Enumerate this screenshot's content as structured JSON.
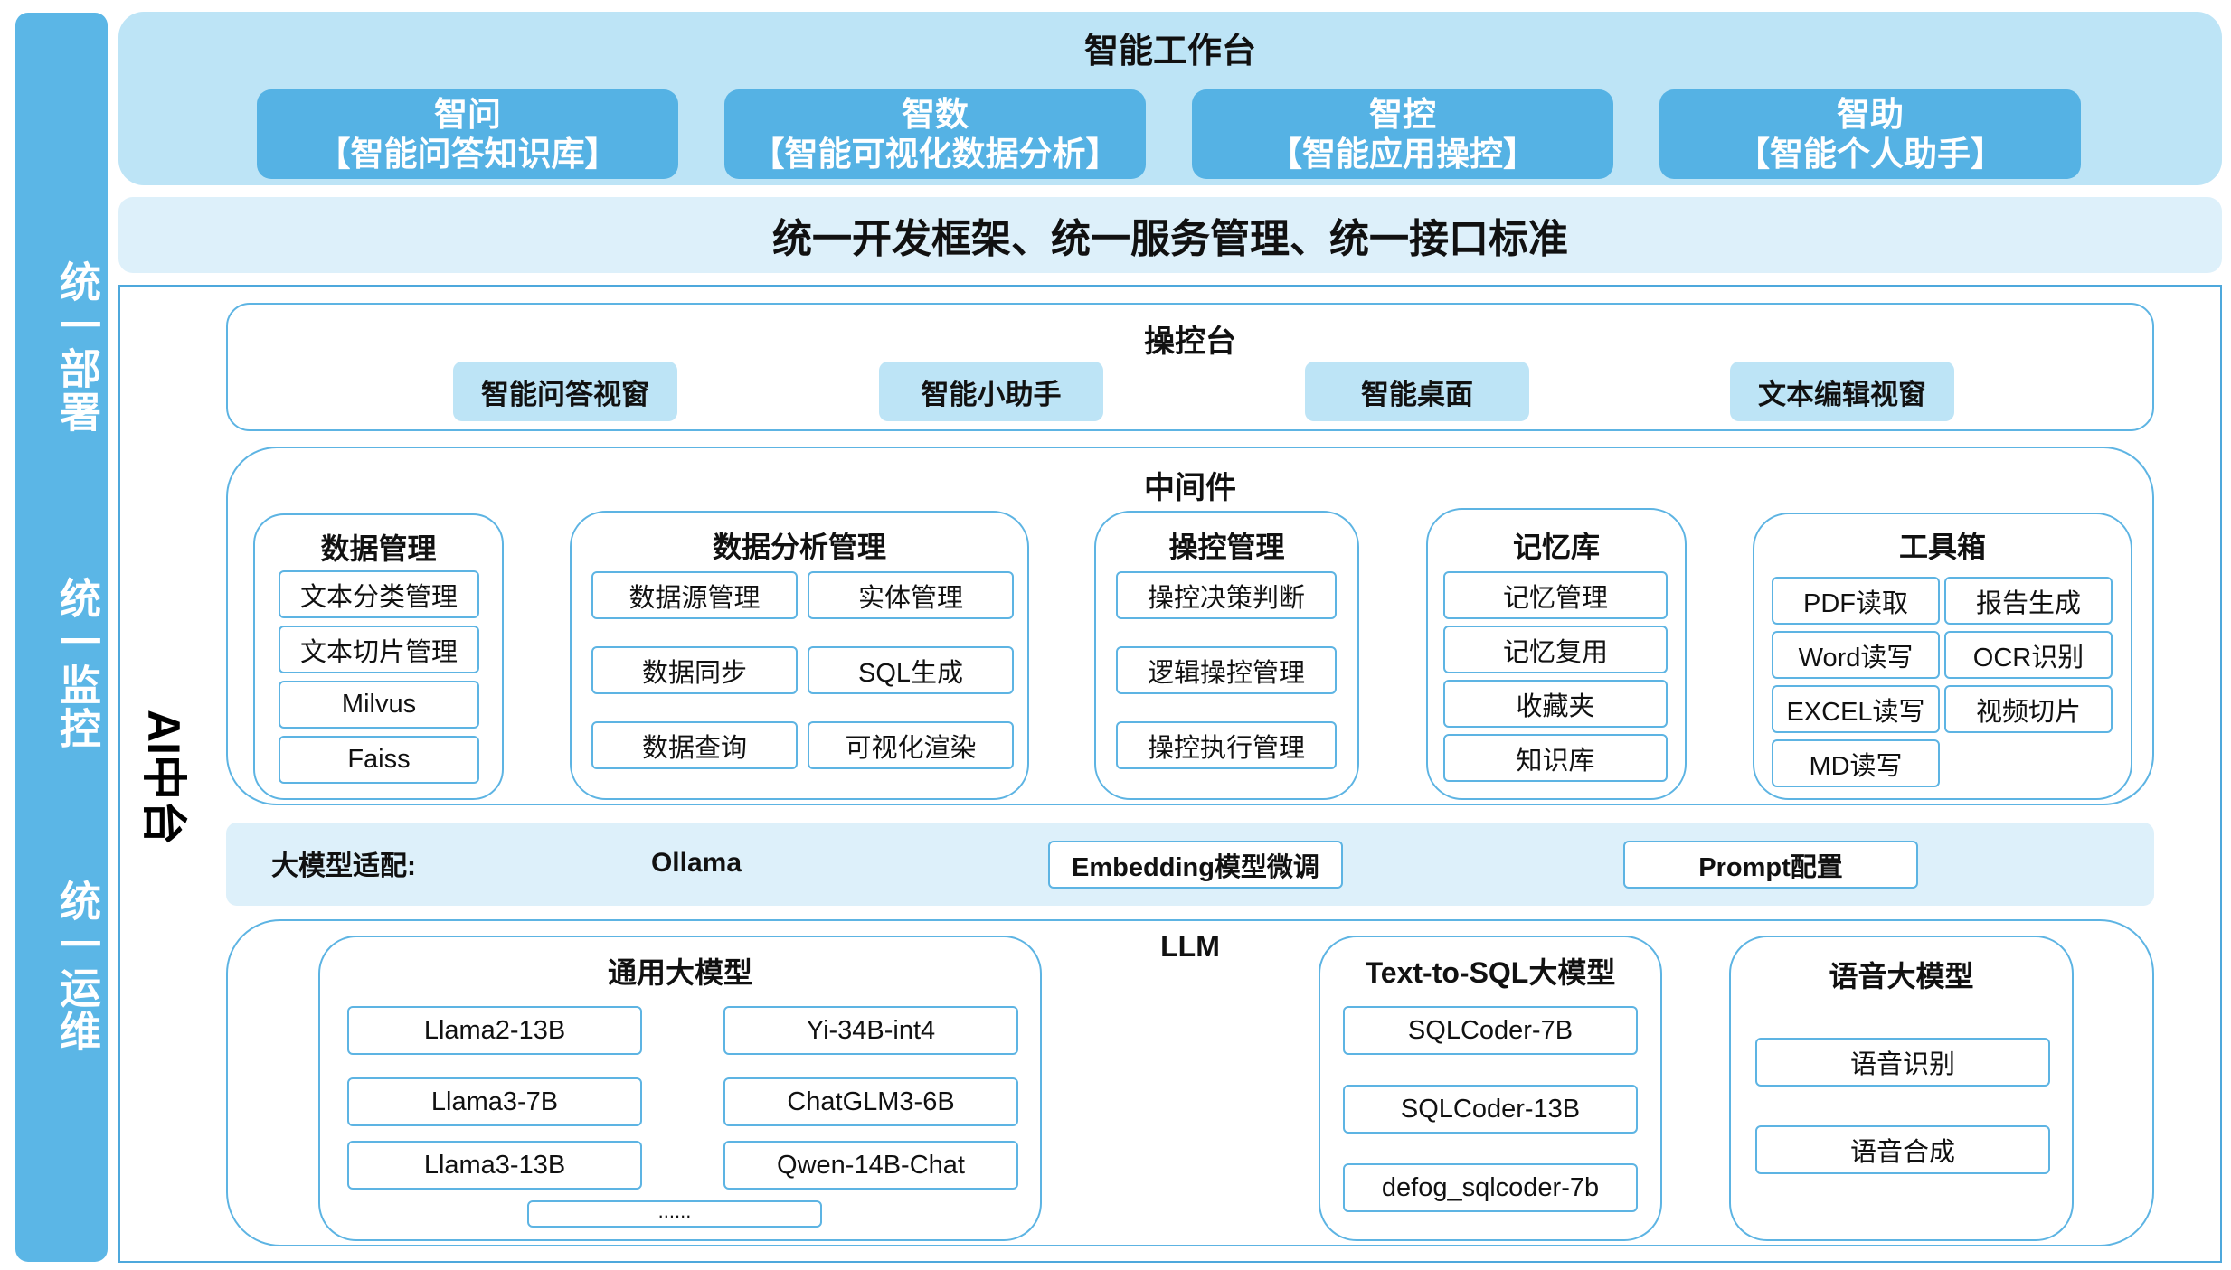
{
  "side": {
    "deploy": "统一部署",
    "monitor": "统一监控",
    "ops": "统一运维"
  },
  "workbench": {
    "title": "智能工作台",
    "cards": [
      {
        "name": "智问",
        "desc": "【智能问答知识库】"
      },
      {
        "name": "智数",
        "desc": "【智能可视化数据分析】"
      },
      {
        "name": "智控",
        "desc": "【智能应用操控】"
      },
      {
        "name": "智助",
        "desc": "【智能个人助手】"
      }
    ]
  },
  "framework": "统一开发框架、统一服务管理、统一接口标准",
  "ai_platform": "AI中台",
  "console": {
    "title": "操控台",
    "items": [
      "智能问答视窗",
      "智能小助手",
      "智能桌面",
      "文本编辑视窗"
    ]
  },
  "middleware": {
    "title": "中间件",
    "data_mgmt": {
      "title": "数据管理",
      "items": [
        "文本分类管理",
        "文本切片管理",
        "Milvus",
        "Faiss"
      ]
    },
    "analysis": {
      "title": "数据分析管理",
      "items": [
        "数据源管理",
        "实体管理",
        "数据同步",
        "SQL生成",
        "数据查询",
        "可视化渲染"
      ]
    },
    "control": {
      "title": "操控管理",
      "items": [
        "操控决策判断",
        "逻辑操控管理",
        "操控执行管理"
      ]
    },
    "memory": {
      "title": "记忆库",
      "items": [
        "记忆管理",
        "记忆复用",
        "收藏夹",
        "知识库"
      ]
    },
    "toolbox": {
      "title": "工具箱",
      "items": [
        "PDF读取",
        "报告生成",
        "Word读写",
        "OCR识别",
        "EXCEL读写",
        "视频切片",
        "MD读写"
      ]
    }
  },
  "adapter": {
    "label": "大模型适配:",
    "ollama": "Ollama",
    "embedding": "Embedding模型微调",
    "prompt": "Prompt配置"
  },
  "llm": {
    "title": "LLM",
    "general": {
      "title": "通用大模型",
      "items": [
        "Llama2-13B",
        "Yi-34B-int4",
        "Llama3-7B",
        "ChatGLM3-6B",
        "Llama3-13B",
        "Qwen-14B-Chat",
        "......"
      ]
    },
    "sql": {
      "title": "Text-to-SQL大模型",
      "items": [
        "SQLCoder-7B",
        "SQLCoder-13B",
        "defog_sqlcoder-7b"
      ]
    },
    "speech": {
      "title": "语音大模型",
      "items": [
        "语音识别",
        "语音合成"
      ]
    }
  }
}
